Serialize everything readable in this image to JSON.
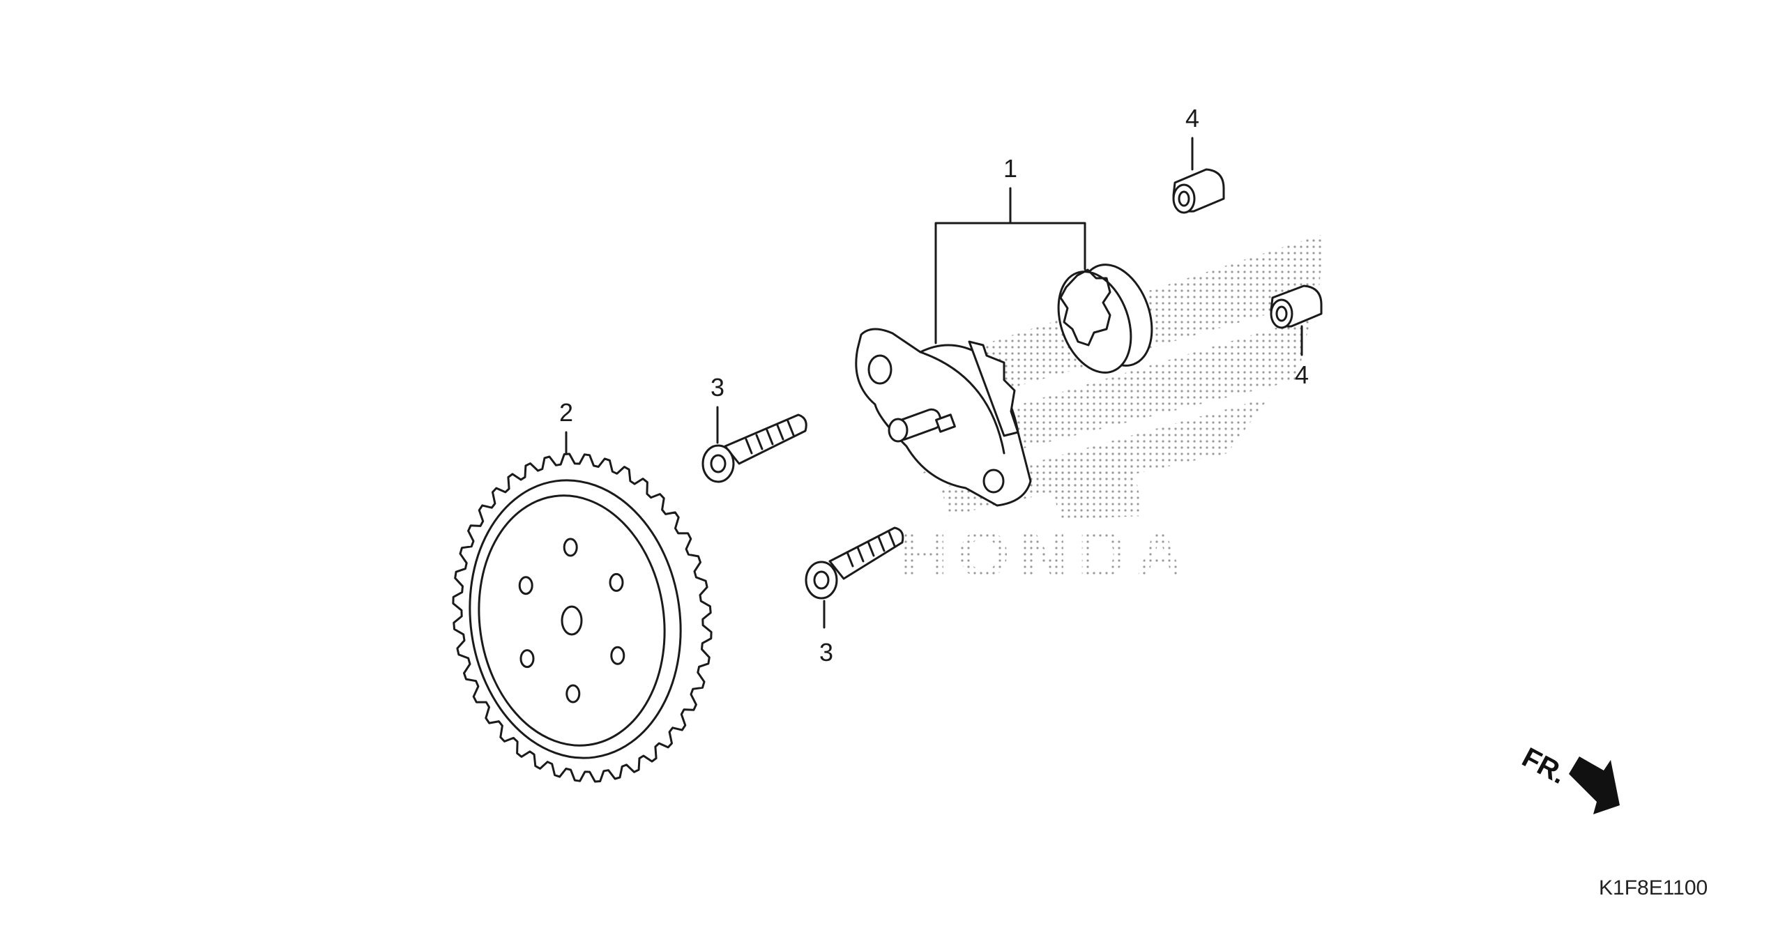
{
  "diagram": {
    "callouts": [
      "1",
      "2",
      "3",
      "3",
      "4",
      "4"
    ],
    "parts": [
      "oil-pump-assembly",
      "oil-pump-driven-gear",
      "flange-bolt",
      "flange-bolt",
      "dowel-pin",
      "dowel-pin"
    ],
    "direction_label": "FR.",
    "diagram_code": "K1F8E1100",
    "watermark": "HONDA"
  }
}
